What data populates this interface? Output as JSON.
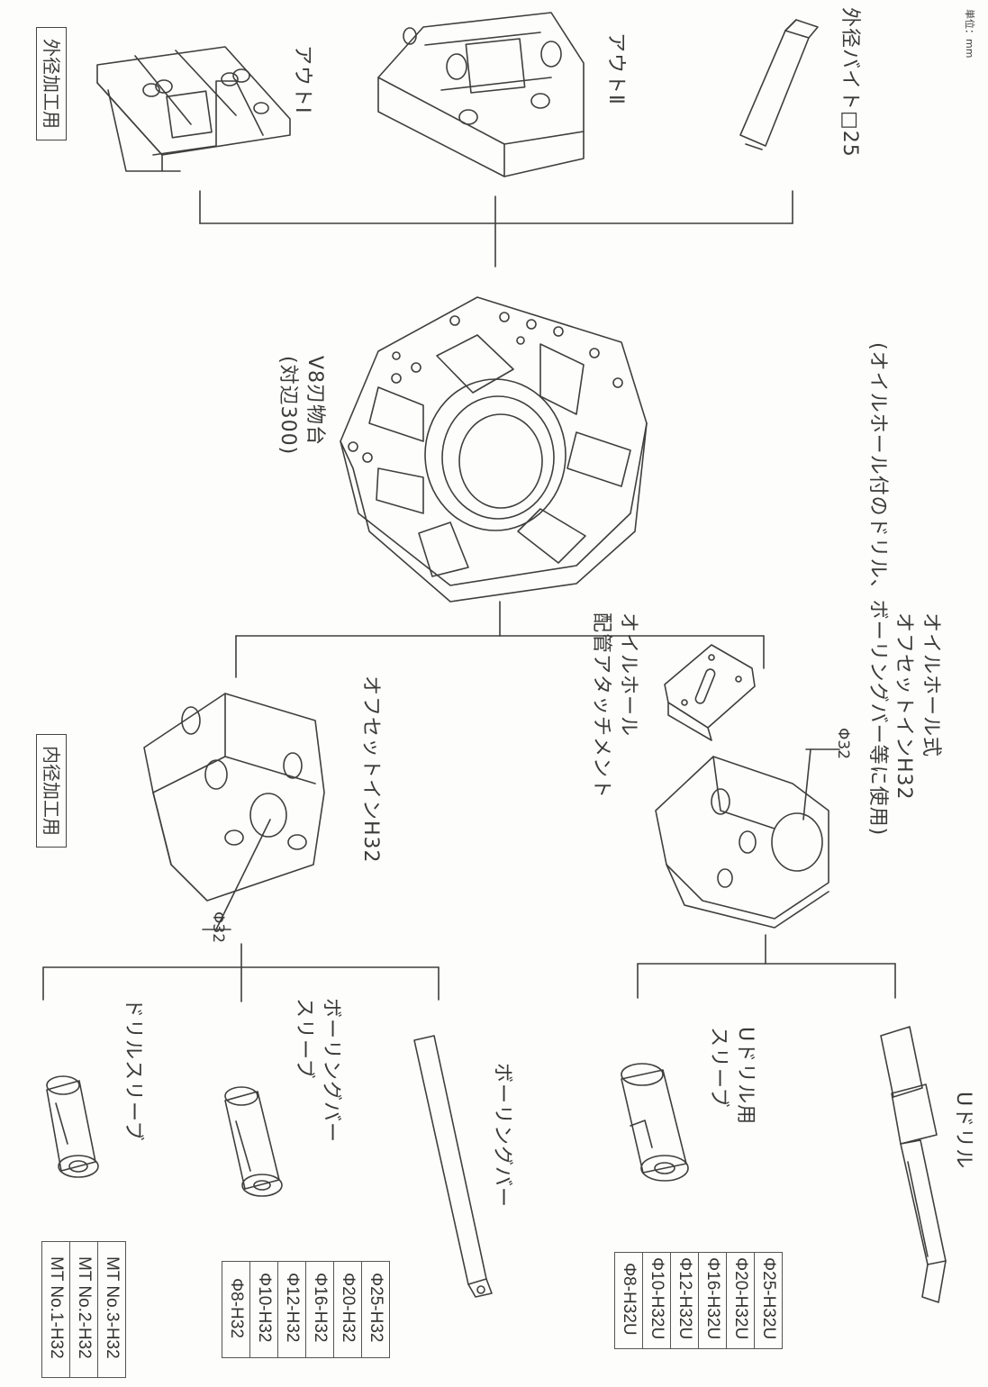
{
  "unit_note": "単位：mm",
  "external": {
    "section_label": "外径加工用",
    "items": [
      {
        "label": "アウトⅠ"
      },
      {
        "label": "アウトⅡ"
      },
      {
        "label": "外径バイト□25"
      }
    ]
  },
  "turret": {
    "line1": "V8刃物台",
    "line2": "(対辺300)"
  },
  "internal": {
    "section_label": "内径加工用",
    "offset": {
      "label": "オフセットインH32",
      "diameter": "Φ32"
    },
    "oil_attachment": {
      "line1": "オイルホール",
      "line2": "配管アタッチメント"
    },
    "oil_holder": {
      "line1": "オイルホール式",
      "line2": "オフセットインH32",
      "line3": "(オイルホール付のドリル、ボーリングバー等に使用)",
      "diameter": "Φ32"
    },
    "tools": [
      {
        "label": "ドリルスリーブ"
      },
      {
        "line1": "ボーリングバー",
        "line2": "スリーブ"
      },
      {
        "label": "ボーリングバー"
      },
      {
        "line1": "Uドリル用",
        "line2": "スリーブ"
      },
      {
        "label": "Uドリル"
      }
    ]
  },
  "parts": {
    "drill_sleeve": [
      "MT No.1-H32",
      "MT No.2-H32",
      "MT No.3-H32"
    ],
    "boring_sleeve": [
      "Φ8-H32",
      "Φ10-H32",
      "Φ12-H32",
      "Φ16-H32",
      "Φ20-H32",
      "Φ25-H32"
    ],
    "u_drill_sleeve": [
      "Φ8-H32U",
      "Φ10-H32U",
      "Φ12-H32U",
      "Φ16-H32U",
      "Φ20-H32U",
      "Φ25-H32U"
    ]
  },
  "icons": [
    "out1-holder-icon",
    "out2-holder-icon",
    "turning-tool-icon",
    "v8-turret-icon",
    "offset-holder-icon",
    "oil-attachment-icon",
    "oil-holder-icon",
    "drill-sleeve-icon",
    "boring-sleeve-icon",
    "boring-bar-icon",
    "u-drill-sleeve-icon",
    "u-drill-icon"
  ]
}
